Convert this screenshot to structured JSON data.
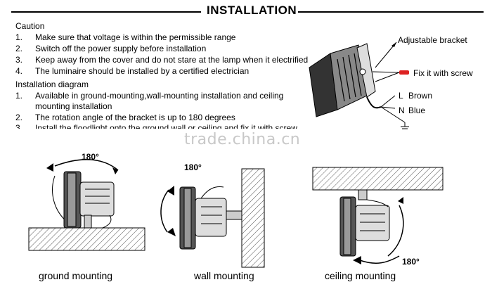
{
  "title": "INSTALLATION",
  "caution": {
    "heading": "Caution",
    "items": [
      {
        "num": "1.",
        "text": "Make sure that voltage is within the permissible range"
      },
      {
        "num": "2.",
        "text": "Switch off the power supply before installation"
      },
      {
        "num": "3.",
        "text": "Keep away from the cover and do not stare at the lamp when it electrified"
      },
      {
        "num": "4.",
        "text": "The luminaire should be installed by a certified electrician"
      }
    ]
  },
  "diagram": {
    "heading": "Installation diagram",
    "items": [
      {
        "num": "1.",
        "text": "Available in ground-mounting,wall-mounting installation and ceiling",
        "text2": "mounting installation"
      },
      {
        "num": "2.",
        "text": "The rotation angle of the bracket is up to 180 degrees"
      },
      {
        "num": "3.",
        "text": "Install the floodlight onto the ground wall or ceiling and fix it with screw"
      }
    ]
  },
  "callouts": {
    "bracket": "Adjustable bracket",
    "screw": "Fix it with screw",
    "l_letter": "L",
    "brown": "Brown",
    "n_letter": "N",
    "blue": "Blue"
  },
  "watermark": "trade.china.cn",
  "angles": {
    "ground": "180°",
    "wall": "180°",
    "ceiling": "180°"
  },
  "captions": {
    "ground": "ground mounting",
    "wall": "wall mounting",
    "ceiling": "ceiling mounting"
  }
}
